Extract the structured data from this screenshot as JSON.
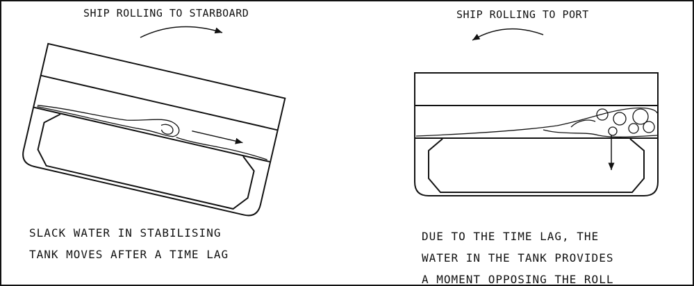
{
  "left_panel": {
    "title": "SHIP ROLLING TO STARBOARD",
    "caption_line1": "SLACK WATER IN STABILISING",
    "caption_line2": "TANK MOVES AFTER A TIME LAG"
  },
  "right_panel": {
    "title": "SHIP ROLLING TO PORT",
    "caption_line1": "DUE TO THE TIME LAG, THE",
    "caption_line2": "WATER IN THE TANK PROVIDES",
    "caption_line3": "A MOMENT OPPOSING THE ROLL"
  }
}
